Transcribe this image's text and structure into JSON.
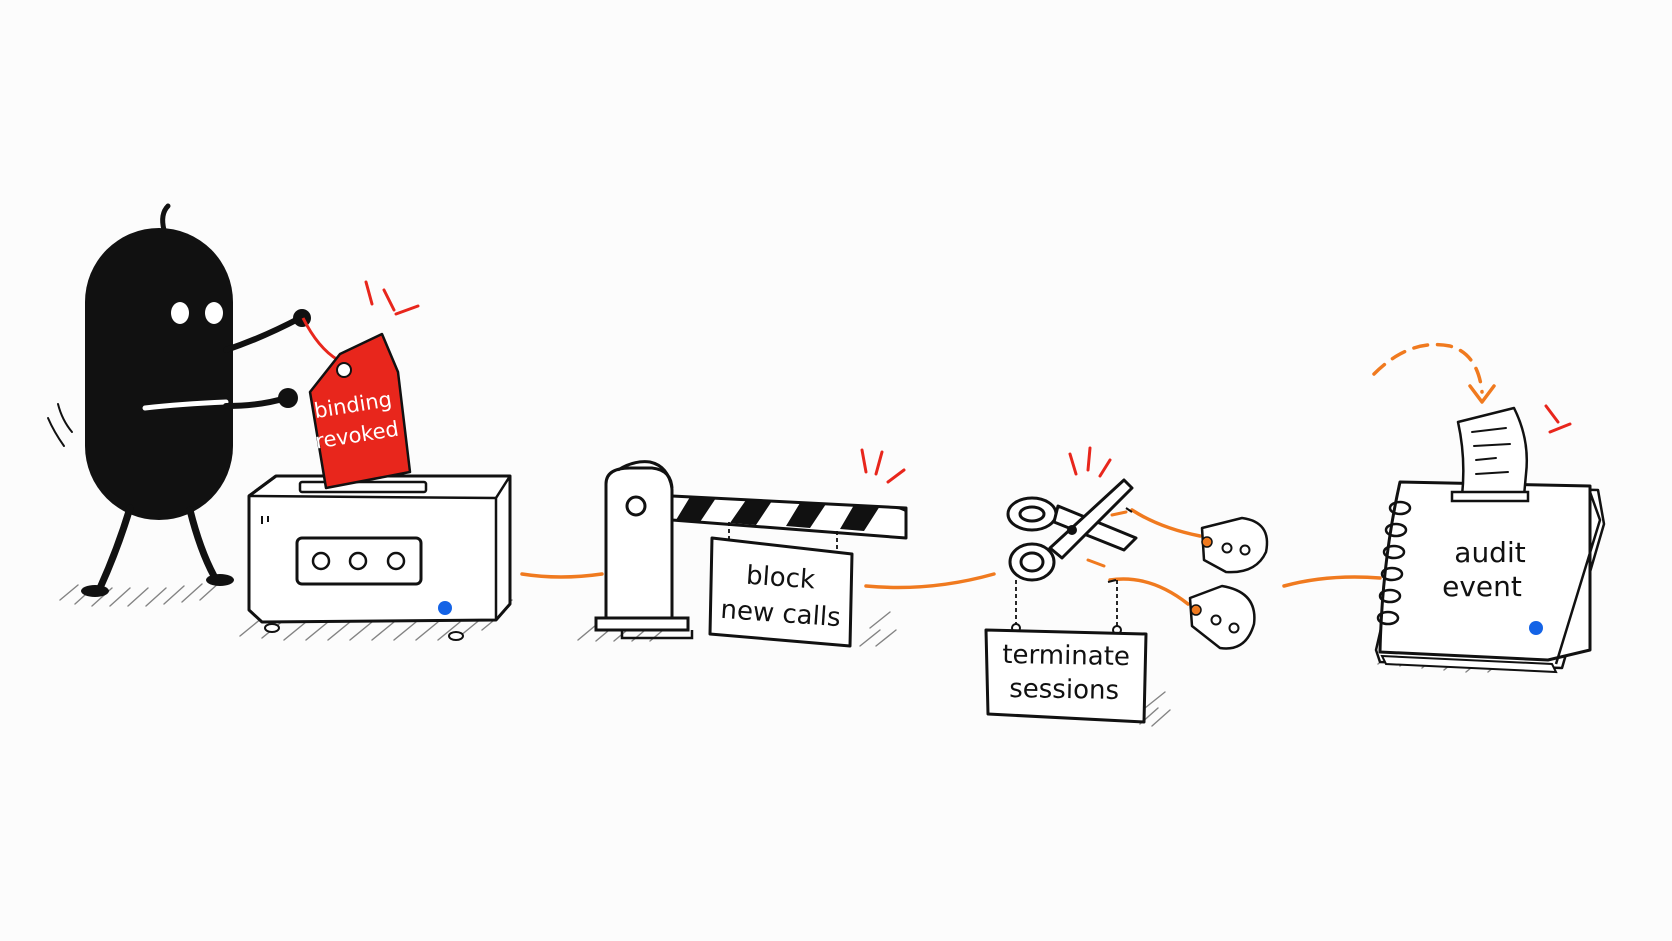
{
  "colors": {
    "ink": "#111111",
    "paper": "#ffffff",
    "accent_red": "#e8261c",
    "accent_orange": "#f07a1f",
    "accent_blue": "#1463e6"
  },
  "steps": {
    "revoke": {
      "tag_line1": "binding",
      "tag_line2": "revoked",
      "icon": "tag-in-machine"
    },
    "block": {
      "sign_line1": "block",
      "sign_line2": "new calls",
      "icon": "boom-barrier"
    },
    "terminate": {
      "sign_line1": "terminate",
      "sign_line2": "sessions",
      "icon": "scissors"
    },
    "audit": {
      "book_line1": "audit",
      "book_line2": "event",
      "icon": "notebook"
    }
  }
}
